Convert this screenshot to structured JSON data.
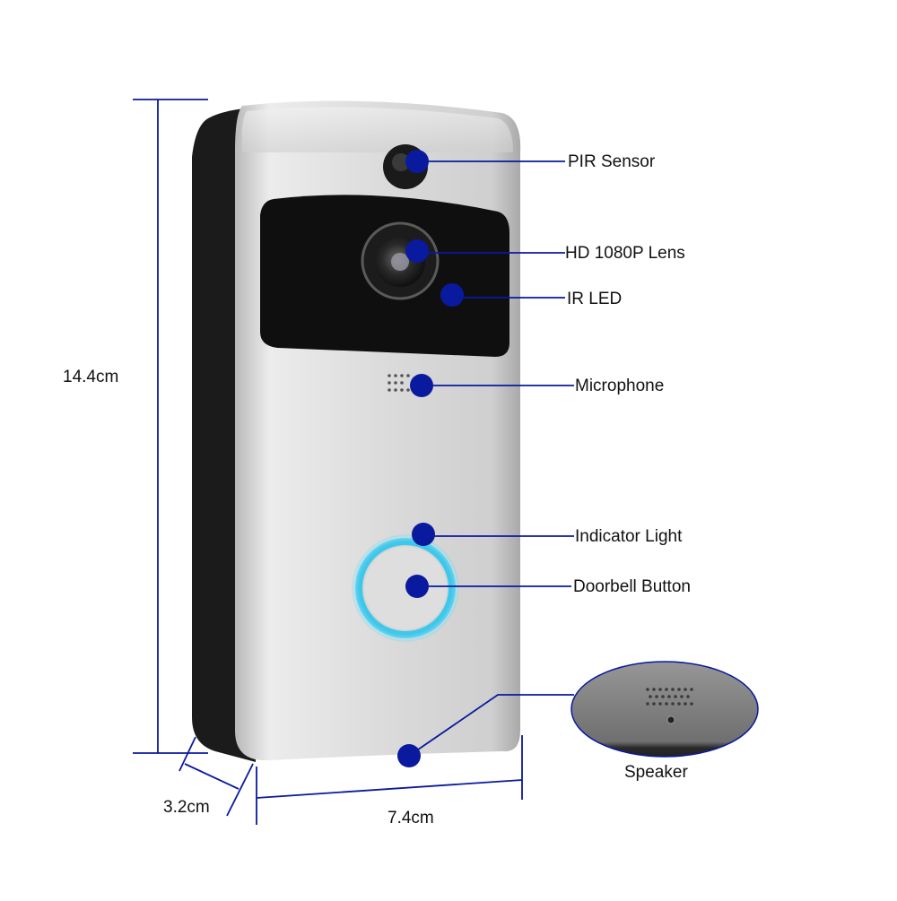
{
  "colors": {
    "accent": "#0a1a9e",
    "ring": "#3fc7ea",
    "body_silver": "#d9d9d9",
    "back_black": "#1b1b1b"
  },
  "dimensions": {
    "height": "14.4cm",
    "width": "7.4cm",
    "depth": "3.2cm"
  },
  "callouts": {
    "pir": "PIR Sensor",
    "lens": "HD 1080P Lens",
    "ir": "IR LED",
    "mic": "Microphone",
    "indicator": "Indicator Light",
    "button": "Doorbell Button",
    "speaker": "Speaker"
  }
}
